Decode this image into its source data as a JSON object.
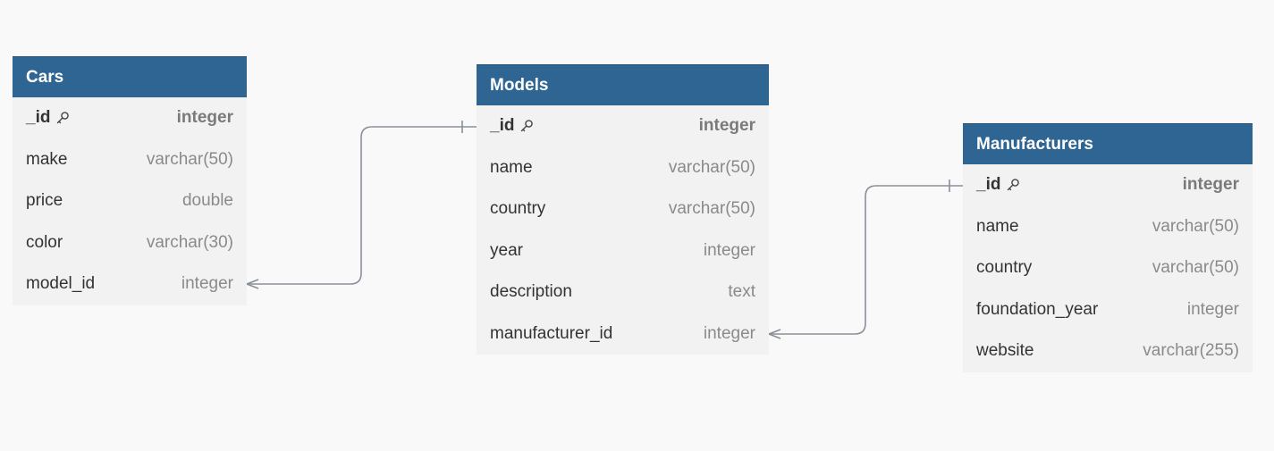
{
  "tables": {
    "cars": {
      "name": "Cars",
      "fields": [
        {
          "name": "_id",
          "type": "integer",
          "primary_key": true
        },
        {
          "name": "make",
          "type": "varchar(50)"
        },
        {
          "name": "price",
          "type": "double"
        },
        {
          "name": "color",
          "type": "varchar(30)"
        },
        {
          "name": "model_id",
          "type": "integer"
        }
      ]
    },
    "models": {
      "name": "Models",
      "fields": [
        {
          "name": "_id",
          "type": "integer",
          "primary_key": true
        },
        {
          "name": "name",
          "type": "varchar(50)"
        },
        {
          "name": "country",
          "type": "varchar(50)"
        },
        {
          "name": "year",
          "type": "integer"
        },
        {
          "name": "description",
          "type": "text"
        },
        {
          "name": "manufacturer_id",
          "type": "integer"
        }
      ]
    },
    "manufacturers": {
      "name": "Manufacturers",
      "fields": [
        {
          "name": "_id",
          "type": "integer",
          "primary_key": true
        },
        {
          "name": "name",
          "type": "varchar(50)"
        },
        {
          "name": "country",
          "type": "varchar(50)"
        },
        {
          "name": "foundation_year",
          "type": "integer"
        },
        {
          "name": "website",
          "type": "varchar(255)"
        }
      ]
    }
  },
  "relationships": [
    {
      "from": "Cars.model_id",
      "to": "Models._id",
      "from_cardinality": "many",
      "to_cardinality": "one"
    },
    {
      "from": "Models.manufacturer_id",
      "to": "Manufacturers._id",
      "from_cardinality": "many",
      "to_cardinality": "one"
    }
  ],
  "colors": {
    "header_background": "#2f6592",
    "header_text": "#ffffff",
    "table_background": "#f2f2f2",
    "canvas_background": "#f9f9f9",
    "connector": "#8a8f99"
  },
  "icons": {
    "primary_key": "key-icon"
  }
}
